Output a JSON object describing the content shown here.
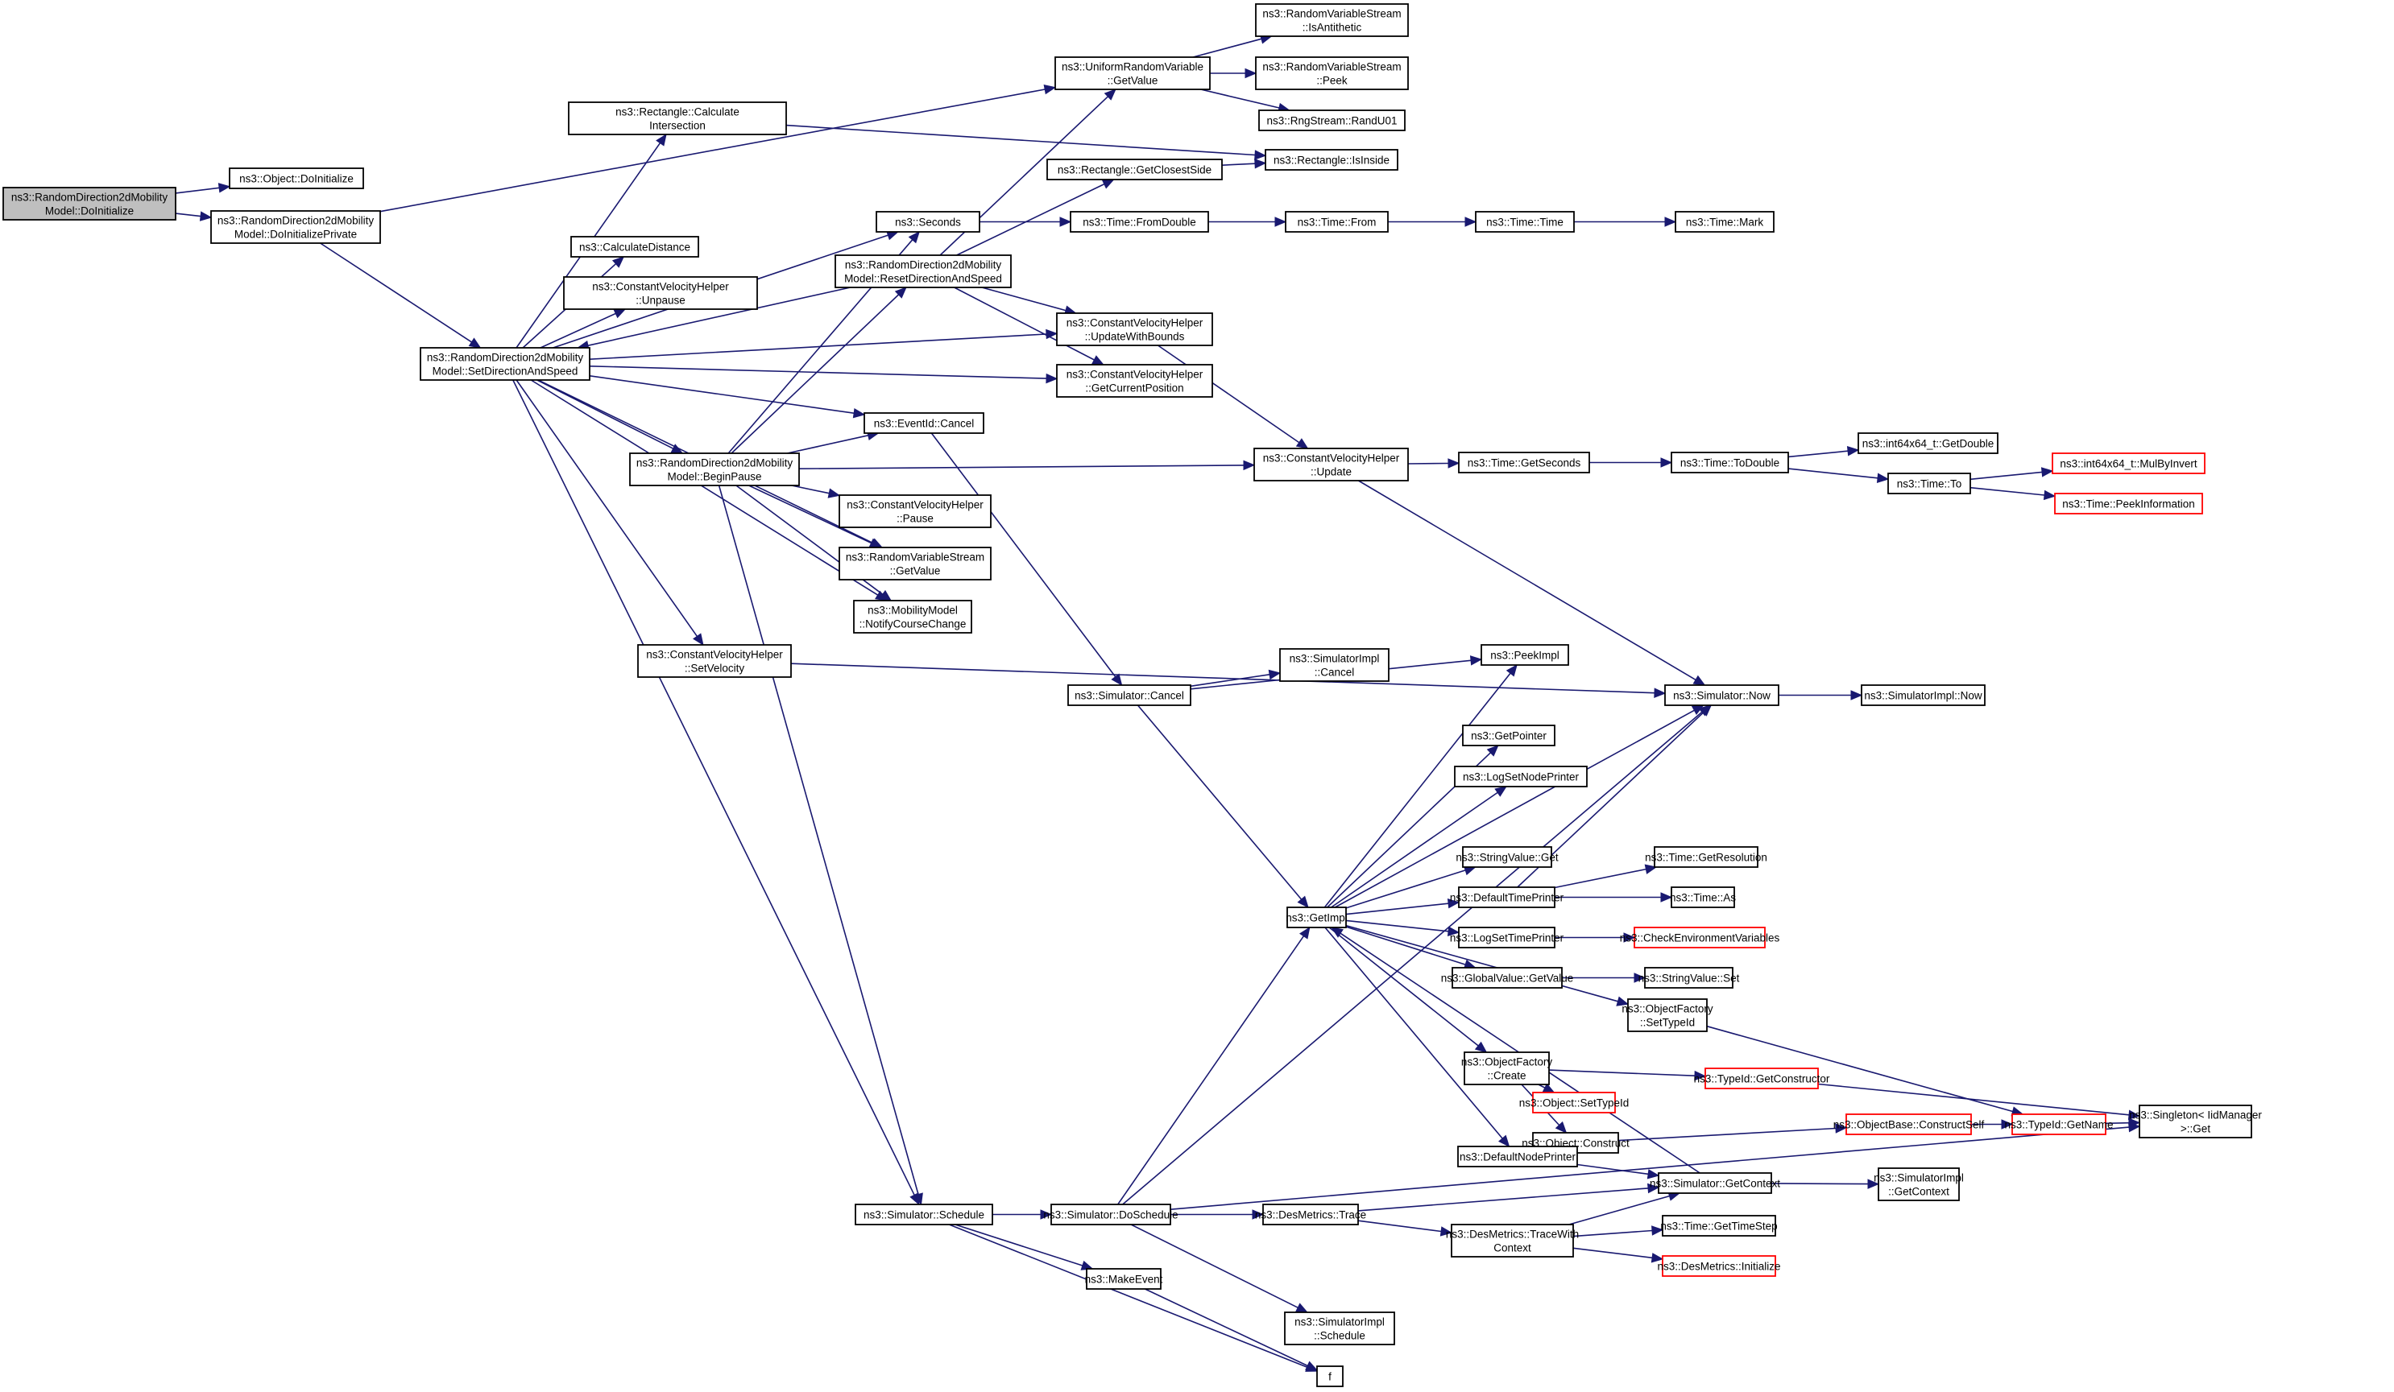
{
  "diagram": {
    "type": "call-graph",
    "title": "ns3::RandomDirection2dMobilityModel::DoInitialize call graph",
    "colors": {
      "edge": "#191970",
      "root_fill": "#bfbfbf",
      "external_border": "#ff0000",
      "node_border": "#000000"
    },
    "nodes": [
      {
        "id": "root",
        "lines": [
          "ns3::RandomDirection2dMobility",
          "Model::DoInitialize"
        ],
        "kind": "root"
      },
      {
        "id": "objDoInit",
        "lines": [
          "ns3::Object::DoInitialize"
        ]
      },
      {
        "id": "doInitPriv",
        "lines": [
          "ns3::RandomDirection2dMobility",
          "Model::DoInitializePrivate"
        ]
      },
      {
        "id": "setDir",
        "lines": [
          "ns3::RandomDirection2dMobility",
          "Model::SetDirectionAndSpeed"
        ]
      },
      {
        "id": "calcInter",
        "lines": [
          "ns3::Rectangle::Calculate",
          "Intersection"
        ]
      },
      {
        "id": "seconds",
        "lines": [
          "ns3::Seconds"
        ]
      },
      {
        "id": "calcDist",
        "lines": [
          "ns3::CalculateDistance"
        ]
      },
      {
        "id": "unpause",
        "lines": [
          "ns3::ConstantVelocityHelper",
          "::Unpause"
        ]
      },
      {
        "id": "beginPause",
        "lines": [
          "ns3::RandomDirection2dMobility",
          "Model::BeginPause"
        ]
      },
      {
        "id": "setVel",
        "lines": [
          "ns3::ConstantVelocityHelper",
          "::SetVelocity"
        ]
      },
      {
        "id": "schedule",
        "lines": [
          "ns3::Simulator::Schedule"
        ]
      },
      {
        "id": "uniGet",
        "lines": [
          "ns3::UniformRandomVariable",
          "::GetValue"
        ]
      },
      {
        "id": "isAnti",
        "lines": [
          "ns3::RandomVariableStream",
          "::IsAntithetic"
        ]
      },
      {
        "id": "peek",
        "lines": [
          "ns3::RandomVariableStream",
          "::Peek"
        ]
      },
      {
        "id": "randU01",
        "lines": [
          "ns3::RngStream::RandU01"
        ]
      },
      {
        "id": "isInside",
        "lines": [
          "ns3::Rectangle::IsInside"
        ]
      },
      {
        "id": "closest",
        "lines": [
          "ns3::Rectangle::GetClosestSide"
        ]
      },
      {
        "id": "reset",
        "lines": [
          "ns3::RandomDirection2dMobility",
          "Model::ResetDirectionAndSpeed"
        ]
      },
      {
        "id": "fromDouble",
        "lines": [
          "ns3::Time::FromDouble"
        ]
      },
      {
        "id": "timeFrom",
        "lines": [
          "ns3::Time::From"
        ]
      },
      {
        "id": "timeTime",
        "lines": [
          "ns3::Time::Time"
        ]
      },
      {
        "id": "timeMark",
        "lines": [
          "ns3::Time::Mark"
        ]
      },
      {
        "id": "updBounds",
        "lines": [
          "ns3::ConstantVelocityHelper",
          "::UpdateWithBounds"
        ]
      },
      {
        "id": "curPos",
        "lines": [
          "ns3::ConstantVelocityHelper",
          "::GetCurrentPosition"
        ]
      },
      {
        "id": "evCancel",
        "lines": [
          "ns3::EventId::Cancel"
        ]
      },
      {
        "id": "pause",
        "lines": [
          "ns3::ConstantVelocityHelper",
          "::Pause"
        ]
      },
      {
        "id": "rvsGet",
        "lines": [
          "ns3::RandomVariableStream",
          "::GetValue"
        ]
      },
      {
        "id": "notify",
        "lines": [
          "ns3::MobilityModel",
          "::NotifyCourseChange"
        ]
      },
      {
        "id": "update",
        "lines": [
          "ns3::ConstantVelocityHelper",
          "::Update"
        ]
      },
      {
        "id": "getSec",
        "lines": [
          "ns3::Time::GetSeconds"
        ]
      },
      {
        "id": "toDouble",
        "lines": [
          "ns3::Time::ToDouble"
        ]
      },
      {
        "id": "getDouble",
        "lines": [
          "ns3::int64x64_t::GetDouble"
        ]
      },
      {
        "id": "timeTo",
        "lines": [
          "ns3::Time::To"
        ]
      },
      {
        "id": "mulBy",
        "lines": [
          "ns3::int64x64_t::MulByInvert"
        ],
        "kind": "ext"
      },
      {
        "id": "peekInfo",
        "lines": [
          "ns3::Time::PeekInformation"
        ],
        "kind": "ext"
      },
      {
        "id": "simCancel",
        "lines": [
          "ns3::Simulator::Cancel"
        ]
      },
      {
        "id": "implCancel",
        "lines": [
          "ns3::SimulatorImpl",
          "::Cancel"
        ]
      },
      {
        "id": "peekImpl",
        "lines": [
          "ns3::PeekImpl"
        ]
      },
      {
        "id": "simNow",
        "lines": [
          "ns3::Simulator::Now"
        ]
      },
      {
        "id": "implNow",
        "lines": [
          "ns3::SimulatorImpl::Now"
        ]
      },
      {
        "id": "getPointer",
        "lines": [
          "ns3::GetPointer"
        ]
      },
      {
        "id": "logNode",
        "lines": [
          "ns3::LogSetNodePrinter"
        ]
      },
      {
        "id": "strGet",
        "lines": [
          "ns3::StringValue::Get"
        ]
      },
      {
        "id": "getImpl",
        "lines": [
          "ns3::GetImpl"
        ]
      },
      {
        "id": "defTime",
        "lines": [
          "ns3::DefaultTimePrinter"
        ]
      },
      {
        "id": "getRes",
        "lines": [
          "ns3::Time::GetResolution"
        ]
      },
      {
        "id": "timeAs",
        "lines": [
          "ns3::Time::As"
        ]
      },
      {
        "id": "logTime",
        "lines": [
          "ns3::LogSetTimePrinter"
        ]
      },
      {
        "id": "checkEnv",
        "lines": [
          "ns3::CheckEnvironmentVariables"
        ],
        "kind": "ext"
      },
      {
        "id": "gvGet",
        "lines": [
          "ns3::GlobalValue::GetValue"
        ]
      },
      {
        "id": "strSet",
        "lines": [
          "ns3::StringValue::Set"
        ]
      },
      {
        "id": "ofSetType",
        "lines": [
          "ns3::ObjectFactory",
          "::SetTypeId"
        ]
      },
      {
        "id": "ofCreate",
        "lines": [
          "ns3::ObjectFactory",
          "::Create"
        ]
      },
      {
        "id": "getCtor",
        "lines": [
          "ns3::TypeId::GetConstructor"
        ],
        "kind": "ext"
      },
      {
        "id": "objSetType",
        "lines": [
          "ns3::Object::SetTypeId"
        ],
        "kind": "ext"
      },
      {
        "id": "objConstruct",
        "lines": [
          "ns3::Object::Construct"
        ]
      },
      {
        "id": "constructSelf",
        "lines": [
          "ns3::ObjectBase::ConstructSelf"
        ],
        "kind": "ext"
      },
      {
        "id": "getName",
        "lines": [
          "ns3::TypeId::GetName"
        ],
        "kind": "ext"
      },
      {
        "id": "singleton",
        "lines": [
          "ns3::Singleton< IidManager",
          ">::Get"
        ]
      },
      {
        "id": "defNode",
        "lines": [
          "ns3::DefaultNodePrinter"
        ]
      },
      {
        "id": "getCtx",
        "lines": [
          "ns3::Simulator::GetContext"
        ]
      },
      {
        "id": "implCtx",
        "lines": [
          "ns3::SimulatorImpl",
          "::GetContext"
        ]
      },
      {
        "id": "doSchedule",
        "lines": [
          "ns3::Simulator::DoSchedule"
        ]
      },
      {
        "id": "desTrace",
        "lines": [
          "ns3::DesMetrics::Trace"
        ]
      },
      {
        "id": "traceCtx",
        "lines": [
          "ns3::DesMetrics::TraceWith",
          "Context"
        ]
      },
      {
        "id": "timeStep",
        "lines": [
          "ns3::Time::GetTimeStep"
        ]
      },
      {
        "id": "desInit",
        "lines": [
          "ns3::DesMetrics::Initialize"
        ],
        "kind": "ext"
      },
      {
        "id": "makeEvent",
        "lines": [
          "ns3::MakeEvent"
        ]
      },
      {
        "id": "implSched",
        "lines": [
          "ns3::SimulatorImpl",
          "::Schedule"
        ]
      },
      {
        "id": "f",
        "lines": [
          "f"
        ]
      }
    ],
    "edges": [
      [
        "root",
        "objDoInit"
      ],
      [
        "root",
        "doInitPriv"
      ],
      [
        "doInitPriv",
        "uniGet"
      ],
      [
        "doInitPriv",
        "setDir"
      ],
      [
        "setDir",
        "calcInter"
      ],
      [
        "setDir",
        "seconds"
      ],
      [
        "setDir",
        "calcDist"
      ],
      [
        "setDir",
        "unpause"
      ],
      [
        "setDir",
        "updBounds"
      ],
      [
        "setDir",
        "curPos"
      ],
      [
        "setDir",
        "evCancel"
      ],
      [
        "setDir",
        "beginPause"
      ],
      [
        "setDir",
        "rvsGet"
      ],
      [
        "setDir",
        "notify"
      ],
      [
        "setDir",
        "setVel"
      ],
      [
        "setDir",
        "schedule"
      ],
      [
        "calcInter",
        "isInside"
      ],
      [
        "uniGet",
        "isAnti"
      ],
      [
        "uniGet",
        "peek"
      ],
      [
        "uniGet",
        "randU01"
      ],
      [
        "closest",
        "isInside"
      ],
      [
        "seconds",
        "fromDouble"
      ],
      [
        "fromDouble",
        "timeFrom"
      ],
      [
        "timeFrom",
        "timeTime"
      ],
      [
        "timeTime",
        "timeMark"
      ],
      [
        "reset",
        "uniGet"
      ],
      [
        "reset",
        "closest"
      ],
      [
        "reset",
        "setDir"
      ],
      [
        "reset",
        "updBounds"
      ],
      [
        "reset",
        "curPos"
      ],
      [
        "beginPause",
        "seconds"
      ],
      [
        "beginPause",
        "reset"
      ],
      [
        "beginPause",
        "evCancel"
      ],
      [
        "beginPause",
        "update"
      ],
      [
        "beginPause",
        "pause"
      ],
      [
        "beginPause",
        "rvsGet"
      ],
      [
        "beginPause",
        "notify"
      ],
      [
        "beginPause",
        "schedule"
      ],
      [
        "updBounds",
        "update"
      ],
      [
        "update",
        "getSec"
      ],
      [
        "update",
        "simNow"
      ],
      [
        "getSec",
        "toDouble"
      ],
      [
        "toDouble",
        "getDouble"
      ],
      [
        "toDouble",
        "timeTo"
      ],
      [
        "timeTo",
        "mulBy"
      ],
      [
        "timeTo",
        "peekInfo"
      ],
      [
        "setVel",
        "simNow"
      ],
      [
        "evCancel",
        "simCancel"
      ],
      [
        "simCancel",
        "implCancel"
      ],
      [
        "simCancel",
        "peekImpl"
      ],
      [
        "simCancel",
        "getImpl"
      ],
      [
        "simNow",
        "implNow"
      ],
      [
        "getImpl",
        "peekImpl"
      ],
      [
        "getImpl",
        "simNow"
      ],
      [
        "getImpl",
        "getPointer"
      ],
      [
        "getImpl",
        "logNode"
      ],
      [
        "getImpl",
        "strGet"
      ],
      [
        "getImpl",
        "defTime"
      ],
      [
        "getImpl",
        "logTime"
      ],
      [
        "getImpl",
        "gvGet"
      ],
      [
        "getImpl",
        "ofSetType"
      ],
      [
        "getImpl",
        "ofCreate"
      ],
      [
        "getImpl",
        "defNode"
      ],
      [
        "defTime",
        "simNow"
      ],
      [
        "defTime",
        "getRes"
      ],
      [
        "defTime",
        "timeAs"
      ],
      [
        "logTime",
        "checkEnv"
      ],
      [
        "gvGet",
        "strSet"
      ],
      [
        "ofSetType",
        "getName"
      ],
      [
        "ofCreate",
        "getCtor"
      ],
      [
        "ofCreate",
        "objSetType"
      ],
      [
        "ofCreate",
        "objConstruct"
      ],
      [
        "objConstruct",
        "constructSelf"
      ],
      [
        "constructSelf",
        "getName"
      ],
      [
        "getCtor",
        "singleton"
      ],
      [
        "getName",
        "singleton"
      ],
      [
        "defNode",
        "getCtx"
      ],
      [
        "getCtx",
        "getImpl"
      ],
      [
        "getCtx",
        "implCtx"
      ],
      [
        "schedule",
        "doSchedule"
      ],
      [
        "schedule",
        "makeEvent"
      ],
      [
        "schedule",
        "f"
      ],
      [
        "doSchedule",
        "simNow"
      ],
      [
        "doSchedule",
        "getImpl"
      ],
      [
        "doSchedule",
        "desTrace"
      ],
      [
        "doSchedule",
        "implSched"
      ],
      [
        "doSchedule",
        "singleton"
      ],
      [
        "desTrace",
        "getCtx"
      ],
      [
        "desTrace",
        "traceCtx"
      ],
      [
        "traceCtx",
        "getCtx"
      ],
      [
        "traceCtx",
        "timeStep"
      ],
      [
        "traceCtx",
        "desInit"
      ],
      [
        "makeEvent",
        "f"
      ]
    ]
  }
}
